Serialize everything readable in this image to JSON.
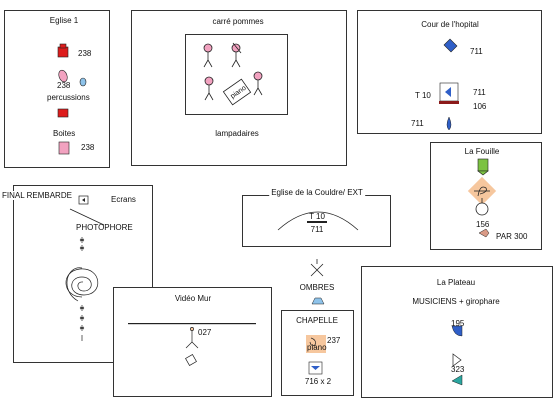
{
  "diagram": {
    "boxes": {
      "eglise1": {
        "title": "Eglise 1",
        "labels": {
          "val_a": "238",
          "val_b": "238",
          "percussions": "percussions",
          "boites": "Boites",
          "val_c": "238"
        }
      },
      "carre_pommes": {
        "title": "carré pommes",
        "labels": {
          "piano": "piano",
          "lampadaires": "lampadaires"
        }
      },
      "cour_hopital": {
        "title": "Cour de l'hopital",
        "labels": {
          "val_a": "711",
          "t10": "T 10",
          "val_b": "711",
          "val_c": "106",
          "val_d": "711"
        }
      },
      "la_fouille": {
        "title": "La Fouille",
        "labels": {
          "val_a": "156",
          "par300": "PAR 300"
        }
      },
      "final_rembarde": {
        "title": "FINAL REMBARDE",
        "labels": {
          "ecrans": "Ecrans",
          "photophore": "PHOTOPHORE"
        }
      },
      "eglise_couldre": {
        "title": "Eglise de la Couldre/ EXT",
        "labels": {
          "t10": "T 10",
          "val_a": "711"
        }
      },
      "video_mur": {
        "title": "Vidéo Mur",
        "labels": {
          "val_a": "027"
        }
      },
      "chapelle": {
        "title": "CHAPELLE",
        "labels": {
          "val_a": "237",
          "piano": "piano",
          "val_b": "716 x 2"
        }
      },
      "la_plateau": {
        "title": "La Plateau",
        "labels": {
          "musiciens": "MUSICIENS + girophare",
          "val_a": "195",
          "val_b": "323"
        }
      }
    },
    "free_labels": {
      "ombres": "OMBRES"
    }
  },
  "colors": {
    "red": "#dd1c1c",
    "pink": "#f2a2c0",
    "blue": "#2f5fc8",
    "lightblue": "#8ec3ea",
    "green": "#7cc242",
    "orange": "#f6c79e",
    "salmon": "#d99a86",
    "teal": "#2aa6a0",
    "darkred": "#8b1a1a"
  }
}
